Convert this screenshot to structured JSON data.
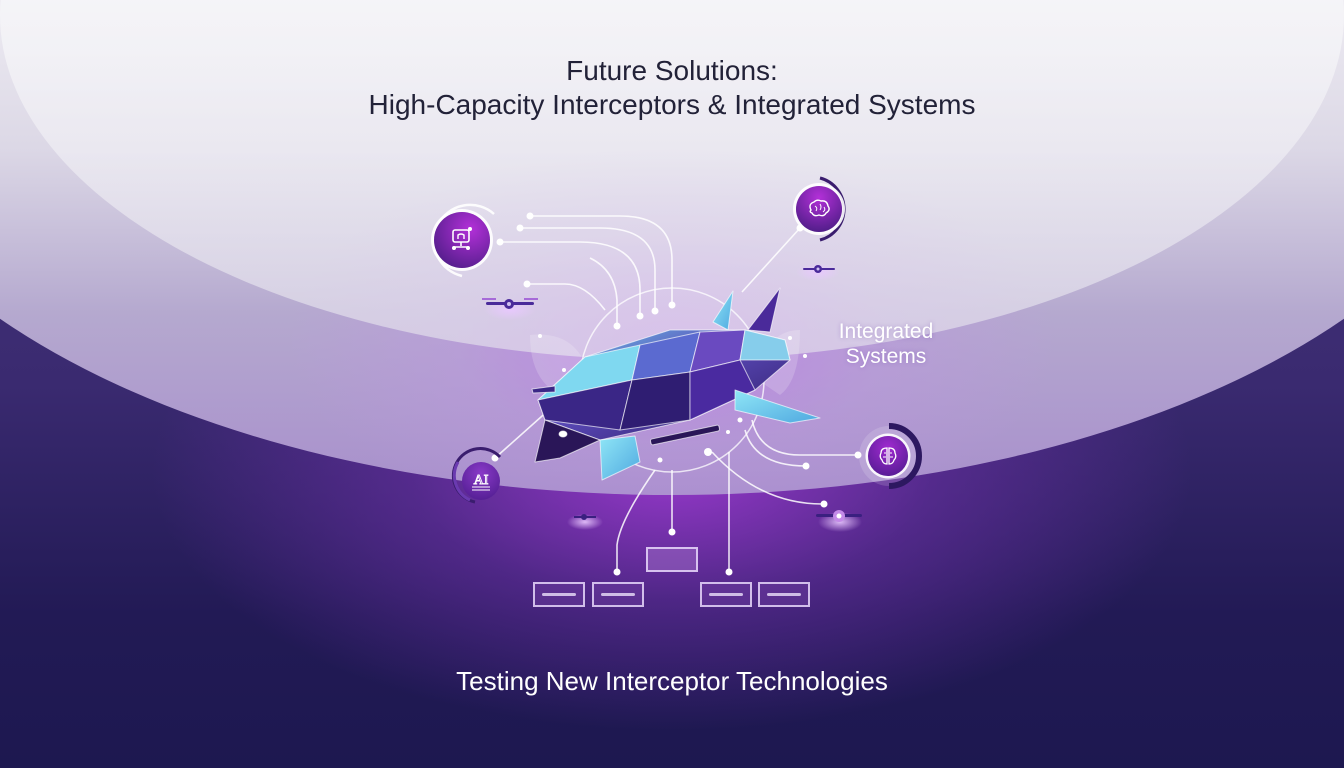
{
  "title": {
    "line1": "Future Solutions:",
    "line2": "High-Capacity Interceptors & Integrated Systems"
  },
  "labels": {
    "integrated_systems_line1": "Integrated",
    "integrated_systems_line2": "Systems",
    "bottom_caption": "Testing New Interceptor Technologies"
  },
  "nodes": [
    {
      "name": "robot-cart-node",
      "icon": "robot-cart-icon"
    },
    {
      "name": "brain-node-top",
      "icon": "brain-icon"
    },
    {
      "name": "brain-node-right",
      "icon": "brain-icon"
    },
    {
      "name": "ai-node",
      "icon": "ai-icon",
      "text": "AI"
    }
  ],
  "colors": {
    "accent_purple": "#8a2be2",
    "node_gradient_start": "#b330d8",
    "node_gradient_end": "#3e1a7a",
    "title_text": "#222238",
    "bottom_bg": "#1e1850",
    "interceptor_cyan": "#6fd6ef",
    "interceptor_violet": "#4b2ea0"
  },
  "boxes": [
    {
      "name": "output-box-1"
    },
    {
      "name": "output-box-2"
    },
    {
      "name": "center-box"
    },
    {
      "name": "output-box-3"
    },
    {
      "name": "output-box-4"
    }
  ]
}
